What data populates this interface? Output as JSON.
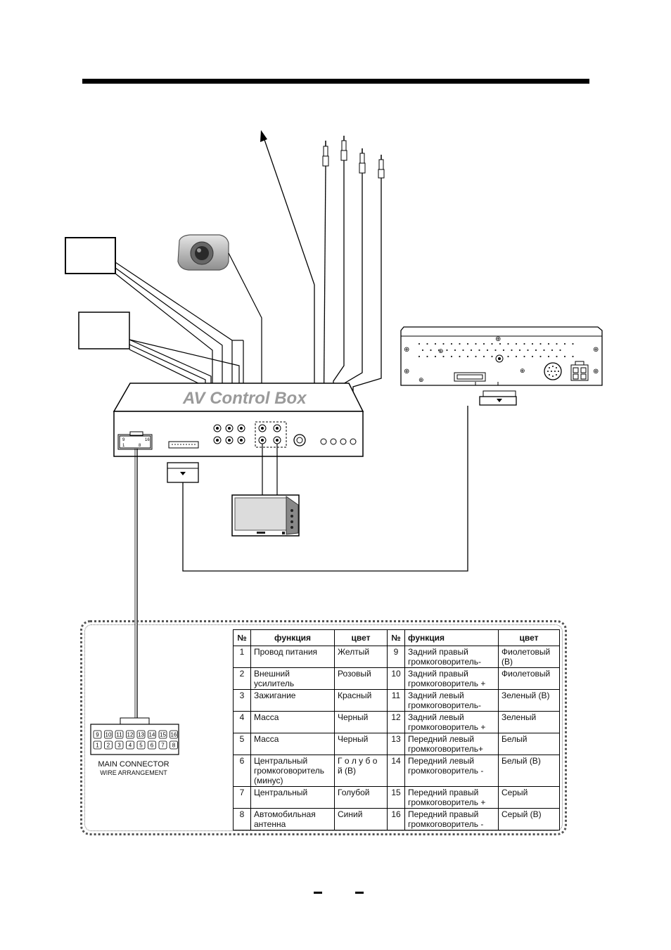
{
  "av_box": {
    "title": "AV Control Box"
  },
  "connector": {
    "pins_top": [
      "9",
      "10",
      "11",
      "12",
      "13",
      "14",
      "15",
      "16"
    ],
    "pins_bottom": [
      "1",
      "2",
      "3",
      "4",
      "5",
      "6",
      "7",
      "8"
    ],
    "socket_labels": [
      "9",
      "16",
      "1",
      "8"
    ],
    "label_line1": "MAIN CONNECTOR",
    "label_line2": "WIRE ARRANGEMENT"
  },
  "table": {
    "headers": [
      "№",
      "функция",
      "цвет",
      "№",
      "функция",
      "цвет"
    ],
    "rows": [
      {
        "n1": "1",
        "f1": "Провод питания",
        "c1": "Желтый",
        "n2": "9",
        "f2": "Задний правый громкоговоритель-",
        "c2": "Фиолетовый (В)"
      },
      {
        "n1": "2",
        "f1": "Внешний усилитель",
        "c1": "Розовый",
        "n2": "10",
        "f2": "Задний правый громкоговоритель +",
        "c2": "Фиолетовый"
      },
      {
        "n1": "3",
        "f1": "Зажигание",
        "c1": "Красный",
        "n2": "11",
        "f2": "Задний левый громкоговоритель-",
        "c2": "Зеленый (В)"
      },
      {
        "n1": "4",
        "f1": "Масса",
        "c1": "Черный",
        "n2": "12",
        "f2": "Задний левый громкоговоритель +",
        "c2": "Зеленый"
      },
      {
        "n1": "5",
        "f1": "Масса",
        "c1": "Черный",
        "n2": "13",
        "f2": "Передний левый громкоговоритель+",
        "c2": "Белый"
      },
      {
        "n1": "6",
        "f1": "Центральный громкоговоритель (минус)",
        "c1": "Г о л у б о й (В)",
        "n2": "14",
        "f2": "Передний левый громкоговоритель -",
        "c2": "Белый (В)"
      },
      {
        "n1": "7",
        "f1": "Центральный",
        "c1": "Голубой",
        "n2": "15",
        "f2": "Передний правый громкоговоритель +",
        "c2": "Серый"
      },
      {
        "n1": "8",
        "f1": "Автомобильная антенна",
        "c1": "Синий",
        "n2": "16",
        "f2": "Передний правый громкоговоритель -",
        "c2": "Серый (В)"
      }
    ]
  },
  "colors": {
    "line": "#000000",
    "av_title": "#9a9a9a",
    "camera_body": "#b9b9b9",
    "monitor_screen": "#d8d8d8"
  }
}
